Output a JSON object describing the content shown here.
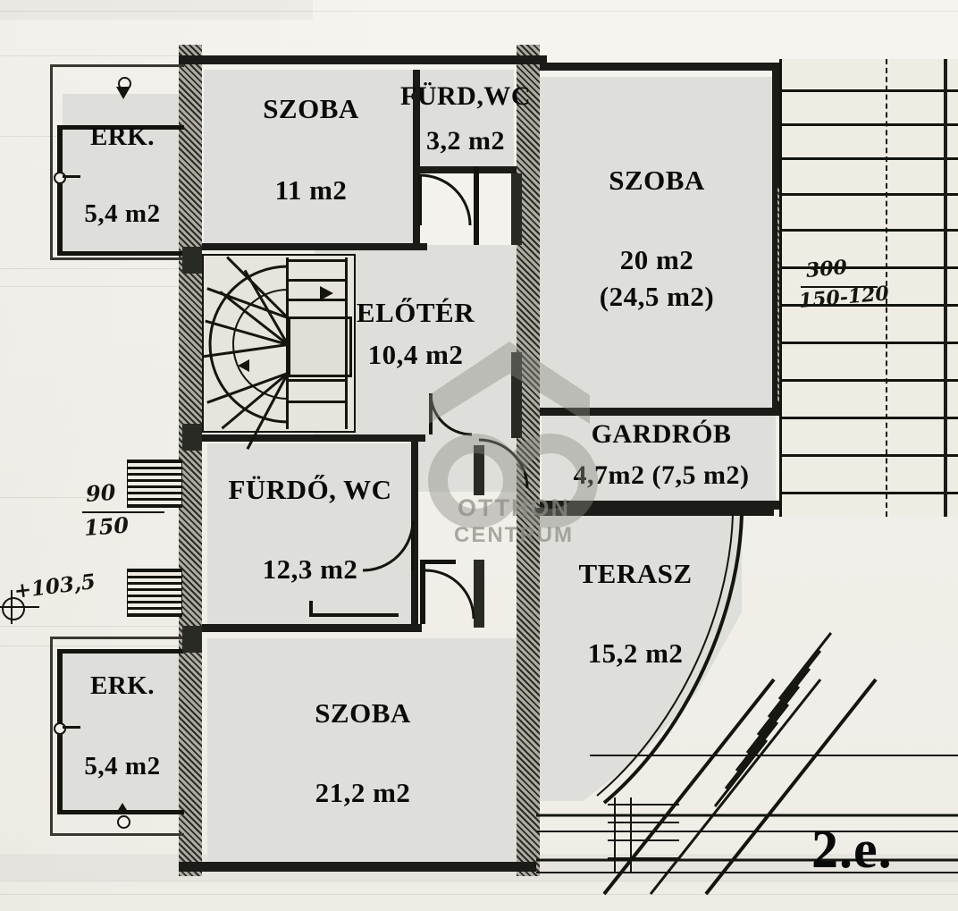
{
  "document": {
    "type": "floor-plan",
    "floor_badge": "2.e.",
    "language": "hu"
  },
  "watermark": {
    "logo": "oc-logo",
    "line1": "OTTHON",
    "line2": "CENTRUM"
  },
  "rooms": [
    {
      "id": "erkely-top",
      "name": "ERK.",
      "area": "5,4 m2",
      "area2": ""
    },
    {
      "id": "szoba-11",
      "name": "SZOBA",
      "area": "11 m2",
      "area2": ""
    },
    {
      "id": "furdo-wc-32",
      "name": "FÜRD,WC",
      "area": "3,2 m2",
      "area2": ""
    },
    {
      "id": "szoba-20",
      "name": "SZOBA",
      "area": "20 m2",
      "area2": "(24,5 m2)"
    },
    {
      "id": "eloter",
      "name": "ELŐTÉR",
      "area": "10,4 m2",
      "area2": ""
    },
    {
      "id": "gardrob",
      "name": "GARDRÓB",
      "area": "4,7m2 (7,5 m2)",
      "area2": ""
    },
    {
      "id": "furdo-wc-123",
      "name": "FÜRDŐ, WC",
      "area": "12,3 m2",
      "area2": ""
    },
    {
      "id": "terasz",
      "name": "TERASZ",
      "area": "15,2 m2",
      "area2": ""
    },
    {
      "id": "erkely-bottom",
      "name": "ERK.",
      "area": "5,4 m2",
      "area2": ""
    },
    {
      "id": "szoba-212",
      "name": "SZOBA",
      "area": "21,2 m2",
      "area2": ""
    }
  ],
  "annotations": {
    "window_left_top": "90",
    "window_left_bottom": "150",
    "level_mark": "+103,5",
    "opening_right_top": "300",
    "opening_right_bottom": "150-120"
  },
  "colors": {
    "paper": "#f3f1ec",
    "room_fill": "#dedfda",
    "ink": "#15150f",
    "watermark": "#8d8d86"
  }
}
